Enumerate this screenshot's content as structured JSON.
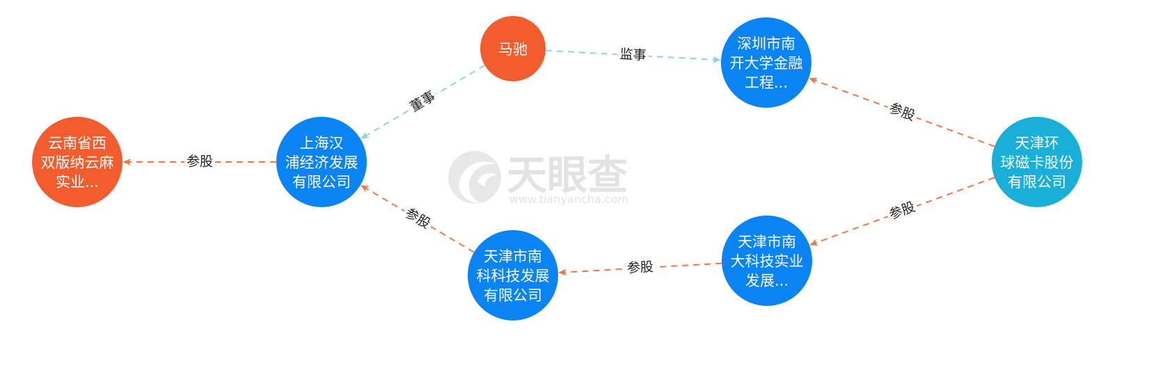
{
  "watermark": {
    "brand": "天眼查",
    "url": "www.tianyancha.com"
  },
  "colors": {
    "person": "#f25c2e",
    "company": "#0a84f5",
    "company_root": "#1aafd9",
    "edge_invest": "#f0764e",
    "edge_role": "#95cfe3",
    "edge_label_text": "#222222"
  },
  "nodes": [
    {
      "id": "yunnan",
      "type": "company_other",
      "lines": [
        "云南省西",
        "双版纳云麻",
        "实业..."
      ]
    },
    {
      "id": "shanghai",
      "type": "company",
      "lines": [
        "上海汉",
        "浦经济发展",
        "有限公司"
      ]
    },
    {
      "id": "machi",
      "type": "person",
      "lines": [
        "马驰"
      ]
    },
    {
      "id": "shenzhen",
      "type": "company",
      "lines": [
        "深圳市南",
        "开大学金融",
        "工程..."
      ]
    },
    {
      "id": "tianjin_huanqiu",
      "type": "company_root",
      "lines": [
        "天津环",
        "球磁卡股份",
        "有限公司"
      ]
    },
    {
      "id": "tianjin_nanda",
      "type": "company",
      "lines": [
        "天津市南",
        "大科技实业",
        "发展..."
      ]
    },
    {
      "id": "tianjin_nanke",
      "type": "company",
      "lines": [
        "天津市南",
        "科科技发展",
        "有限公司"
      ]
    }
  ],
  "edges": [
    {
      "from": "shanghai",
      "to": "yunnan",
      "label": "参股",
      "kind": "invest"
    },
    {
      "from": "machi",
      "to": "shanghai",
      "label": "董事",
      "kind": "role"
    },
    {
      "from": "machi",
      "to": "shenzhen",
      "label": "监事",
      "kind": "role"
    },
    {
      "from": "tianjin_huanqiu",
      "to": "shenzhen",
      "label": "参股",
      "kind": "invest"
    },
    {
      "from": "tianjin_huanqiu",
      "to": "tianjin_nanda",
      "label": "参股",
      "kind": "invest"
    },
    {
      "from": "tianjin_nanda",
      "to": "tianjin_nanke",
      "label": "参股",
      "kind": "invest"
    },
    {
      "from": "tianjin_nanke",
      "to": "shanghai",
      "label": "参股",
      "kind": "invest"
    }
  ]
}
